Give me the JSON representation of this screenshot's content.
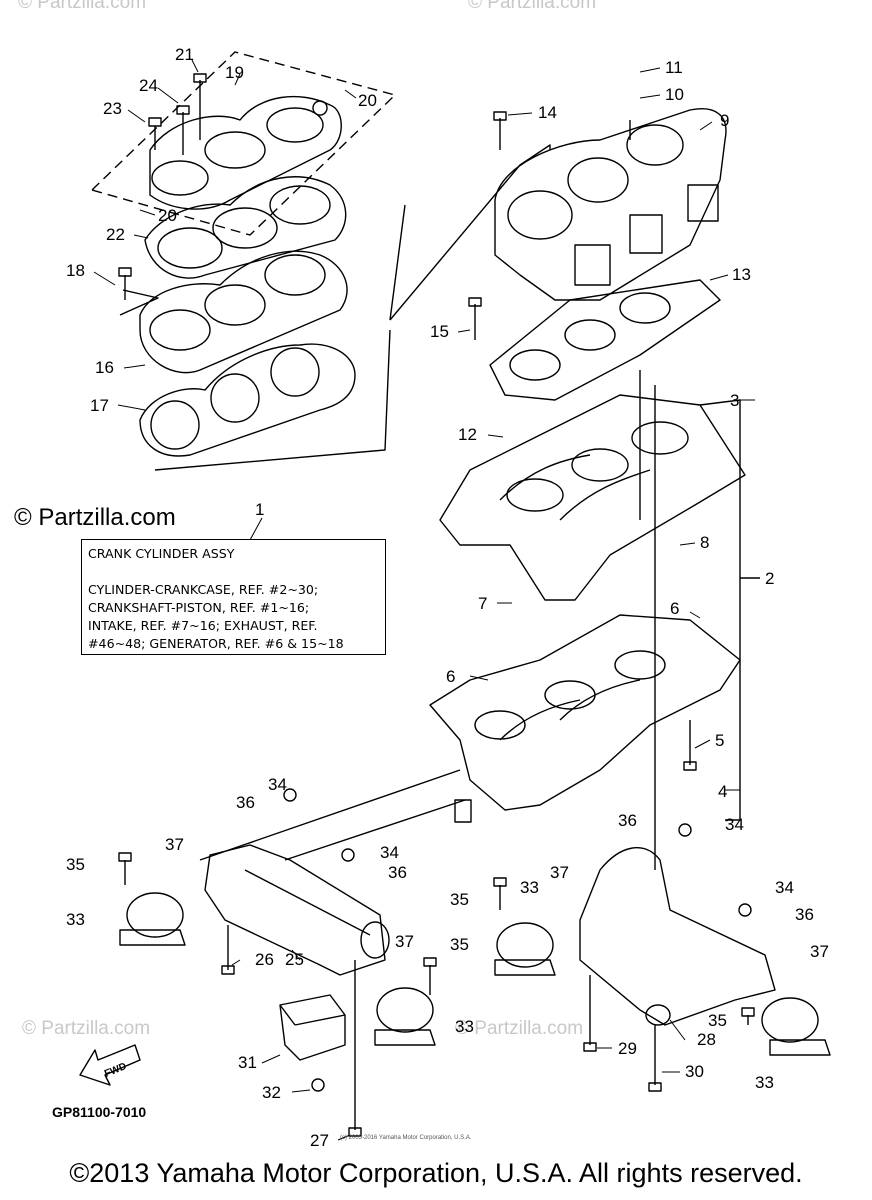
{
  "watermarks": {
    "top_left": "© Partzilla.com",
    "top_right": "© Partzilla.com",
    "bottom_left": "© Partzilla.com",
    "bottom_center": "© Partzilla.com"
  },
  "partzilla_mark": "© Partzilla.com",
  "note_box": {
    "title": "CRANK CYLINDER ASSY",
    "lines": [
      "CYLINDER-CRANKCASE, REF. #2~30;",
      "CRANKSHAFT-PISTON, REF. #1~16;",
      "INTAKE, REF. #7~16; EXHAUST, REF.",
      "#46~48; GENERATOR, REF. #6 & 15~18"
    ]
  },
  "fwd_label": "FWD",
  "figure_code": "GP81100-7010",
  "small_copyright": "(c) 2005-2016 Yamaha Motor Corporation, U.S.A.",
  "copyright": "©2013 Yamaha Motor Corporation, U.S.A. All rights reserved.",
  "callouts": [
    {
      "number": "1"
    },
    {
      "number": "2"
    },
    {
      "number": "3"
    },
    {
      "number": "4"
    },
    {
      "number": "5"
    },
    {
      "number": "6"
    },
    {
      "number": "6"
    },
    {
      "number": "7"
    },
    {
      "number": "8"
    },
    {
      "number": "9"
    },
    {
      "number": "10"
    },
    {
      "number": "11"
    },
    {
      "number": "12"
    },
    {
      "number": "13"
    },
    {
      "number": "14"
    },
    {
      "number": "15"
    },
    {
      "number": "16"
    },
    {
      "number": "17"
    },
    {
      "number": "18"
    },
    {
      "number": "19"
    },
    {
      "number": "20"
    },
    {
      "number": "20"
    },
    {
      "number": "21"
    },
    {
      "number": "22"
    },
    {
      "number": "23"
    },
    {
      "number": "24"
    },
    {
      "number": "25"
    },
    {
      "number": "26"
    },
    {
      "number": "27"
    },
    {
      "number": "28"
    },
    {
      "number": "29"
    },
    {
      "number": "30"
    },
    {
      "number": "31"
    },
    {
      "number": "32"
    },
    {
      "number": "33"
    },
    {
      "number": "33"
    },
    {
      "number": "33"
    },
    {
      "number": "33"
    },
    {
      "number": "34"
    },
    {
      "number": "34"
    },
    {
      "number": "34"
    },
    {
      "number": "34"
    },
    {
      "number": "35"
    },
    {
      "number": "35"
    },
    {
      "number": "35"
    },
    {
      "number": "35"
    },
    {
      "number": "36"
    },
    {
      "number": "36"
    },
    {
      "number": "36"
    },
    {
      "number": "36"
    },
    {
      "number": "37"
    },
    {
      "number": "37"
    },
    {
      "number": "37"
    },
    {
      "number": "37"
    }
  ]
}
